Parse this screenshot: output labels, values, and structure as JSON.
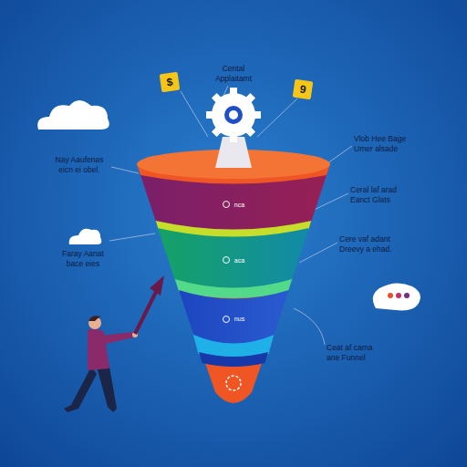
{
  "diagram": {
    "nodes": [
      {
        "text": [
          "nca"
        ]
      },
      {
        "text": [
          "aca"
        ]
      },
      {
        "text": [
          "nus"
        ]
      }
    ],
    "labels": [
      "Cental Applaitamt",
      "$",
      "9",
      "Vlob Hee Bage Umer alsade",
      "Nay Aaufenas eicn ei obel.",
      "Ceral laf arad Eanct Glats",
      "Cere vaf adant Dreevy a ehad.",
      "Faray Aanat bace eies",
      "Ceat af cama ane Funnel"
    ]
  }
}
